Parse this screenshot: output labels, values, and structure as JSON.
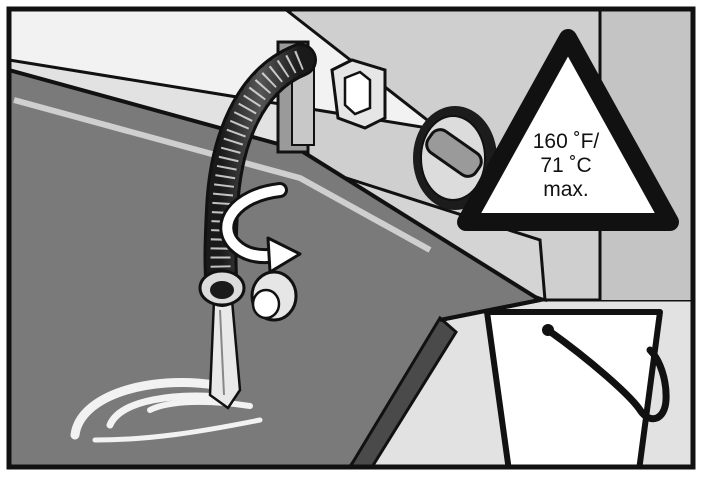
{
  "warning": {
    "line1": "160 ˚F/",
    "line2": "71 ˚C",
    "line3": "max."
  },
  "colors": {
    "frame": "#111111",
    "tray_surface": "#7a7a7a",
    "tray_rim": "#bdbdbd",
    "appliance_body": "#d9d9d9",
    "background": "#ffffff"
  }
}
